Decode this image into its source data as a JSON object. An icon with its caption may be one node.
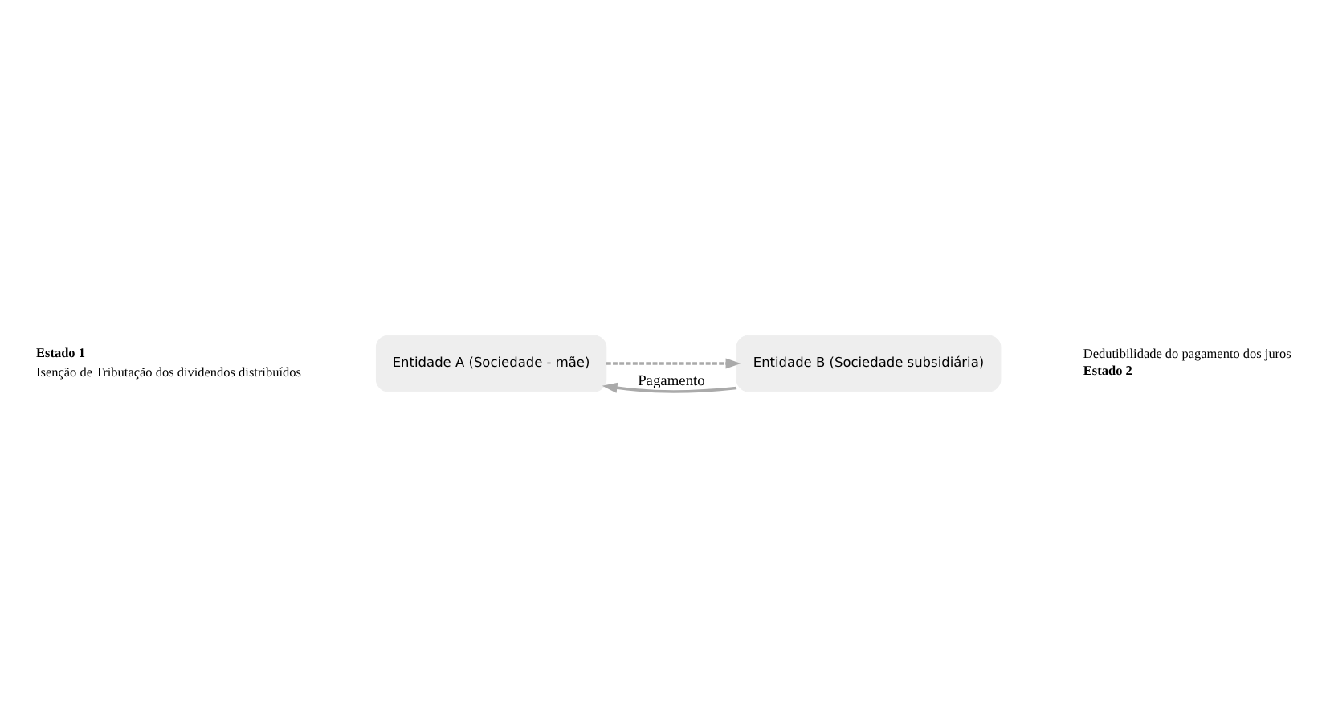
{
  "diagram": {
    "nodes": [
      {
        "text": [
          "Entidade A (Sociedade - mãe)"
        ]
      },
      {
        "text": [
          "Entidade B (Sociedade subsidiária)"
        ]
      }
    ],
    "edges": [
      {
        "from": 0,
        "to": 1,
        "arrow": "to",
        "style": "dashed"
      },
      {
        "from": 1,
        "to": 0,
        "arrow": "to",
        "label": "Pagamento"
      }
    ],
    "labels": [
      "Estado 1",
      "Isenção de Tributação dos dividendos distribuídos",
      "Dedutibilidade do pagamento dos juros",
      "Estado 2"
    ]
  }
}
